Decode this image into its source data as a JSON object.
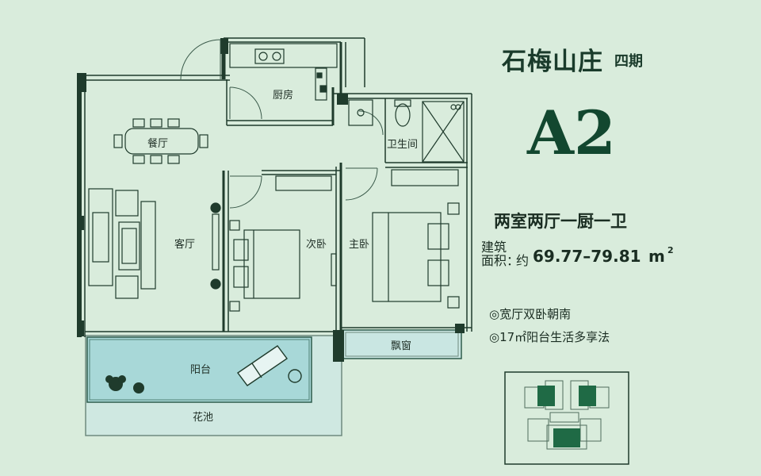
{
  "header": {
    "project_name": "石梅山庄",
    "phase": "四期",
    "unit_code": "A2",
    "layout_type": "两室两厅一厨一卫",
    "area_label_line1": "建筑",
    "area_label_line2": "面积：",
    "area_prefix": "约",
    "area_value": "69.77–79.81",
    "area_unit": "m",
    "area_unit_sup": "2"
  },
  "features": [
    "◎宽厅双卧朝南",
    "◎17㎡阳台生活多享法"
  ],
  "rooms": {
    "kitchen": "厨房",
    "dining": "餐厅",
    "living": "客厅",
    "bathroom": "卫生间",
    "second_bedroom": "次卧",
    "master_bedroom": "主卧",
    "balcony": "阳台",
    "bay_window": "飘窗",
    "flower_bed": "花池"
  },
  "colors": {
    "background": "#d9ecdc",
    "wall": "#1f3b2c",
    "balcony_fill": "#a8d8d8",
    "bay_fill": "#c9e6e2",
    "flower_fill": "#cfe8e1",
    "accent_green": "#12472f",
    "key_plan_highlight": "#1f6a45"
  }
}
